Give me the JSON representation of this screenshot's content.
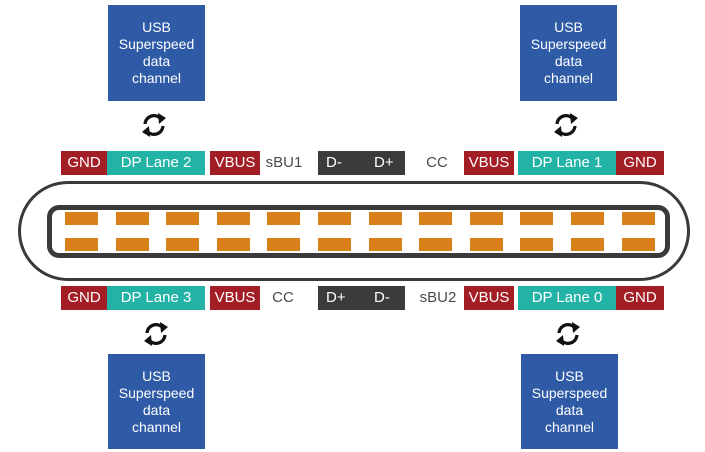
{
  "boxes": {
    "top_left": [
      "USB",
      "Superspeed",
      "data",
      "channel"
    ],
    "top_right": [
      "USB",
      "Superspeed",
      "data",
      "channel"
    ],
    "bottom_left": [
      "USB",
      "Superspeed",
      "data",
      "channel"
    ],
    "bottom_right": [
      "USB",
      "Superspeed",
      "data",
      "channel"
    ]
  },
  "top_row": {
    "gnd_left": "GND",
    "dp_lane_2": "DP Lane 2",
    "vbus_left": "VBUS",
    "sbu1": "sBU1",
    "d_minus": "D-",
    "d_plus": "D+",
    "cc": "CC",
    "vbus_right": "VBUS",
    "dp_lane_1": "DP Lane 1",
    "gnd_right": "GND"
  },
  "bottom_row": {
    "gnd_left": "GND",
    "dp_lane_3": "DP Lane 3",
    "vbus_left": "VBUS",
    "cc": "CC",
    "d_plus": "D+",
    "d_minus": "D-",
    "sbu2": "sBU2",
    "vbus_right": "VBUS",
    "dp_lane_0": "DP Lane 0",
    "gnd_right": "GND"
  },
  "icons": [
    "cycle-arrows-icon",
    "cycle-arrows-icon",
    "cycle-arrows-icon",
    "cycle-arrows-icon"
  ],
  "colors": {
    "box_blue": "#2e5aa6",
    "gnd_vbus_red": "#a31d25",
    "dp_lane_teal": "#22b3a6",
    "data_pair_dark": "#3b3b3b",
    "contact_orange": "#d9801a",
    "outline": "#3a3a3a"
  }
}
